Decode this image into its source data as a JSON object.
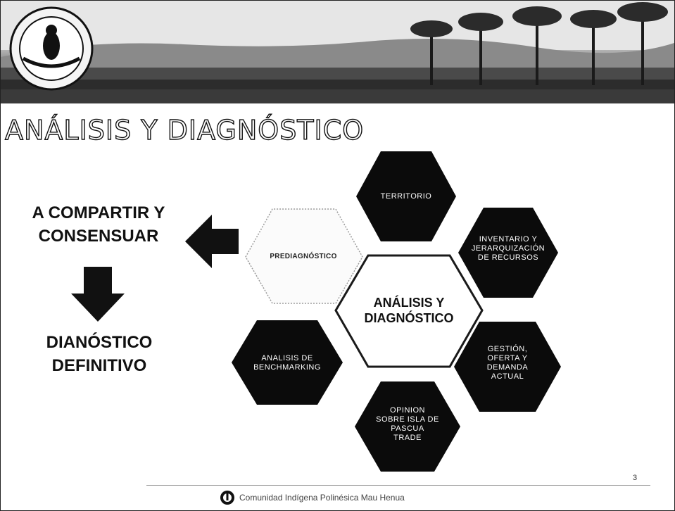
{
  "title": "ANÁLISIS Y DIAGNÓSTICO",
  "left": {
    "top_label": [
      "A COMPARTIR Y",
      "CONSENSUAR"
    ],
    "bottom_label": [
      "DIANÓSTICO",
      "DEFINITIVO"
    ]
  },
  "diagram": {
    "center": [
      "ANÁLISIS Y",
      "DIAGNÓSTICO"
    ],
    "prediagnostico": "PREDIAGNÓSTICO",
    "nodes": [
      {
        "id": "territorio",
        "lines": [
          "TERRITORIO"
        ]
      },
      {
        "id": "inventario",
        "lines": [
          "INVENTARIO Y",
          "JERARQUIZACIÓN",
          "DE RECURSOS"
        ]
      },
      {
        "id": "gestion",
        "lines": [
          "GESTIÓN,",
          "OFERTA Y",
          "DEMANDA",
          "ACTUAL"
        ]
      },
      {
        "id": "opinion",
        "lines": [
          "OPINION",
          "SOBRE ISLA DE",
          "PASCUA",
          "TRADE"
        ]
      },
      {
        "id": "benchmarking",
        "lines": [
          "ANALISIS DE",
          "BENCHMARKING"
        ]
      }
    ]
  },
  "footer": {
    "text": "Comunidad Indígena Polinésica Mau Henua",
    "page": "3"
  }
}
